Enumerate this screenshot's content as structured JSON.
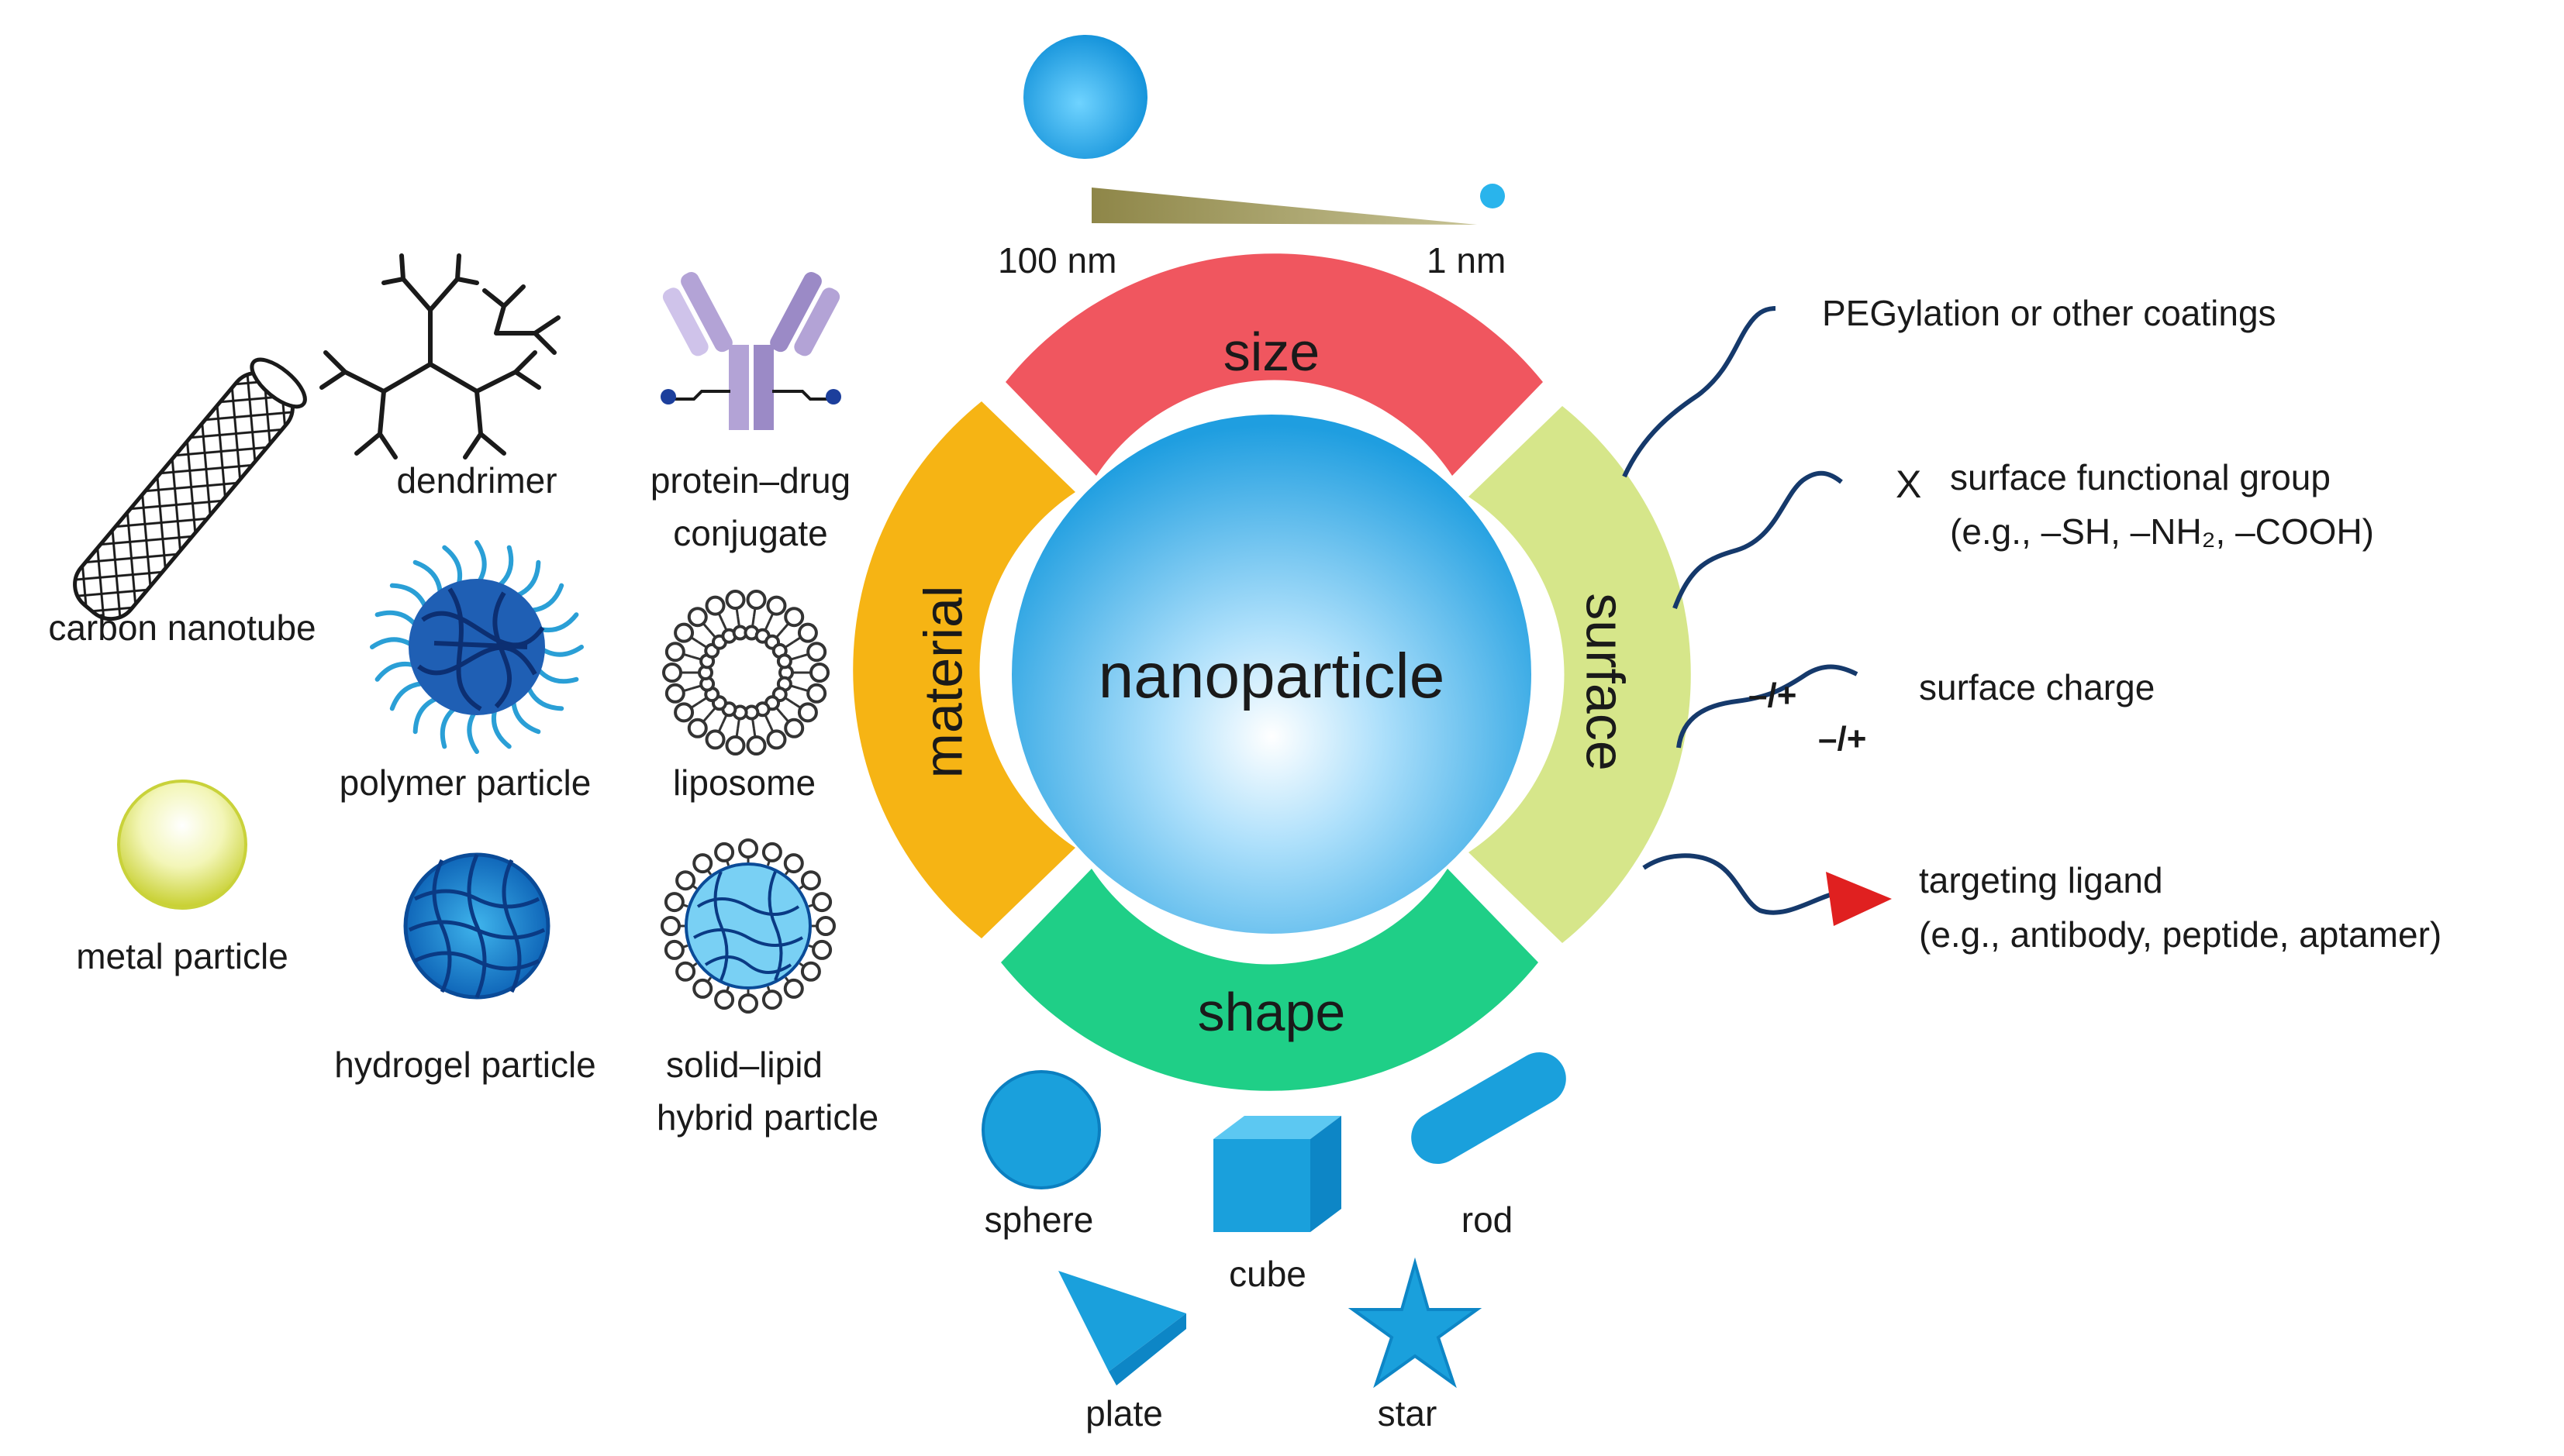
{
  "size_scale": {
    "large_label": "100 nm",
    "small_label": "1 nm"
  },
  "center": {
    "label": "nanoparticle"
  },
  "segments": {
    "size": "size",
    "surface": "surface",
    "shape": "shape",
    "material": "material"
  },
  "materials": {
    "carbon_nanotube": "carbon nanotube",
    "metal_particle": "metal particle",
    "dendrimer": "dendrimer",
    "polymer_particle": "polymer particle",
    "hydrogel_particle": "hydrogel particle",
    "protein_drug_line1": "protein–drug",
    "protein_drug_line2": "conjugate",
    "liposome": "liposome",
    "solid_lipid_line1": "solid–lipid",
    "solid_lipid_line2": "hybrid particle"
  },
  "surface_features": {
    "pegylation": "PEGylation or other coatings",
    "functional_group_marker": "X",
    "functional_group_line1": "surface functional group",
    "functional_group_line2": "(e.g., –SH, –NH₂, –COOH)",
    "charge_marker": "–/+",
    "charge": "surface charge",
    "ligand_line1": "targeting ligand",
    "ligand_line2": "(e.g., antibody, peptide, aptamer)"
  },
  "shapes": {
    "sphere": "sphere",
    "cube": "cube",
    "rod": "rod",
    "plate": "plate",
    "star": "star"
  },
  "colors": {
    "size": "#f0565f",
    "surface": "#d6e68a",
    "shape": "#1fcf87",
    "material": "#f6b414",
    "nanoparticle": "#29a9e6",
    "shape_blue": "#1aa0dc",
    "ligand": "#e02020",
    "line": "#15396b"
  }
}
